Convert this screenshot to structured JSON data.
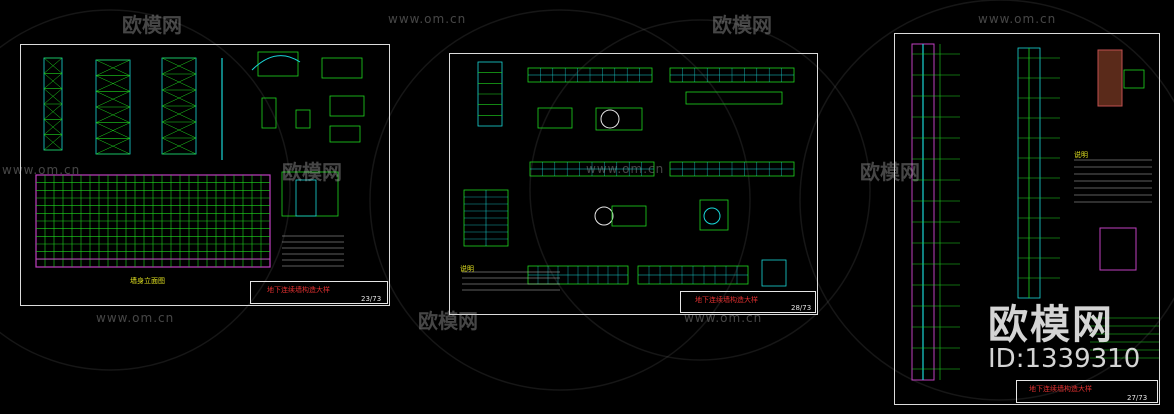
{
  "watermark": {
    "brand": "欧模网",
    "url": "www.om.cn",
    "id_text": "ID:1339310"
  },
  "sheets": [
    {
      "title": "地下连续墙构造大样",
      "page": "23/73",
      "section_title": "墙身立面图"
    },
    {
      "title": "地下连续墙构造大样",
      "page": "28/73",
      "note_head": "说明"
    },
    {
      "title": "地下连续墙构造大样",
      "page": "27/73",
      "note_head": "说明"
    }
  ],
  "colors": {
    "sheet_border": "#dcdcdc",
    "drawing_green": "#1fd61f",
    "drawing_cyan": "#19d6d6",
    "frame_magenta": "#c040c0",
    "title_red": "#e03030"
  }
}
